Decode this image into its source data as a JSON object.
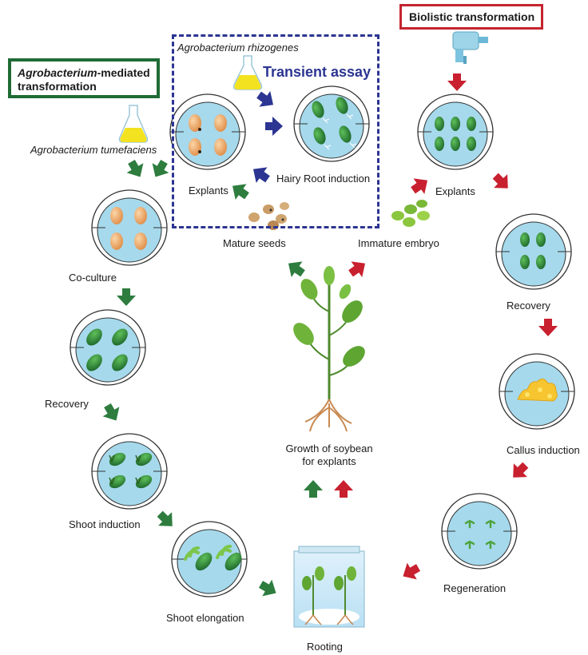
{
  "agrobacterium_box": {
    "italic": "Agrobacterium",
    "rest": "-mediated",
    "line2": "transformation",
    "color": "#1f6b35"
  },
  "biolistic_box": {
    "label": "Biolistic transformation",
    "color": "#c4242f"
  },
  "transient": {
    "title": "Transient assay",
    "species": "Agrobacterium rhizogenes",
    "color": "#2c3592"
  },
  "labels": {
    "tumefaciens": "Agrobacterium tumefaciens",
    "explants_left": "Explants",
    "hairy_root": "Hairy Root induction",
    "explants_right": "Explants",
    "mature_seeds": "Mature seeds",
    "immature_embryo": "Immature embryo",
    "coculture": "Co-culture",
    "recovery_left": "Recovery",
    "shoot_induction": "Shoot induction",
    "shoot_elongation": "Shoot elongation",
    "rooting": "Rooting",
    "growth_line1": "Growth of soybean",
    "growth_line2": "for explants",
    "recovery_right": "Recovery",
    "callus_induction": "Callus induction",
    "regeneration": "Regeneration"
  },
  "colors": {
    "green_arrow": "#2e7d3f",
    "red_arrow": "#c8202e",
    "blue_arrow": "#2c3592",
    "dish": "#a6d9ec",
    "seed": "#f1b57a",
    "embryo": "#2f8a3e"
  }
}
